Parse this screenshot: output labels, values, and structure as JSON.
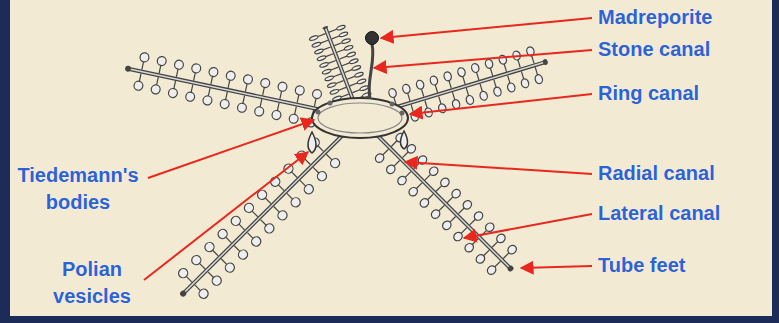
{
  "diagram": {
    "labels": [
      "Madreporite",
      "Stone canal",
      "Ring canal",
      "Tiedemann's bodies",
      "Radial canal",
      "Lateral canal",
      "Polian vesicles",
      "Tube feet"
    ]
  }
}
